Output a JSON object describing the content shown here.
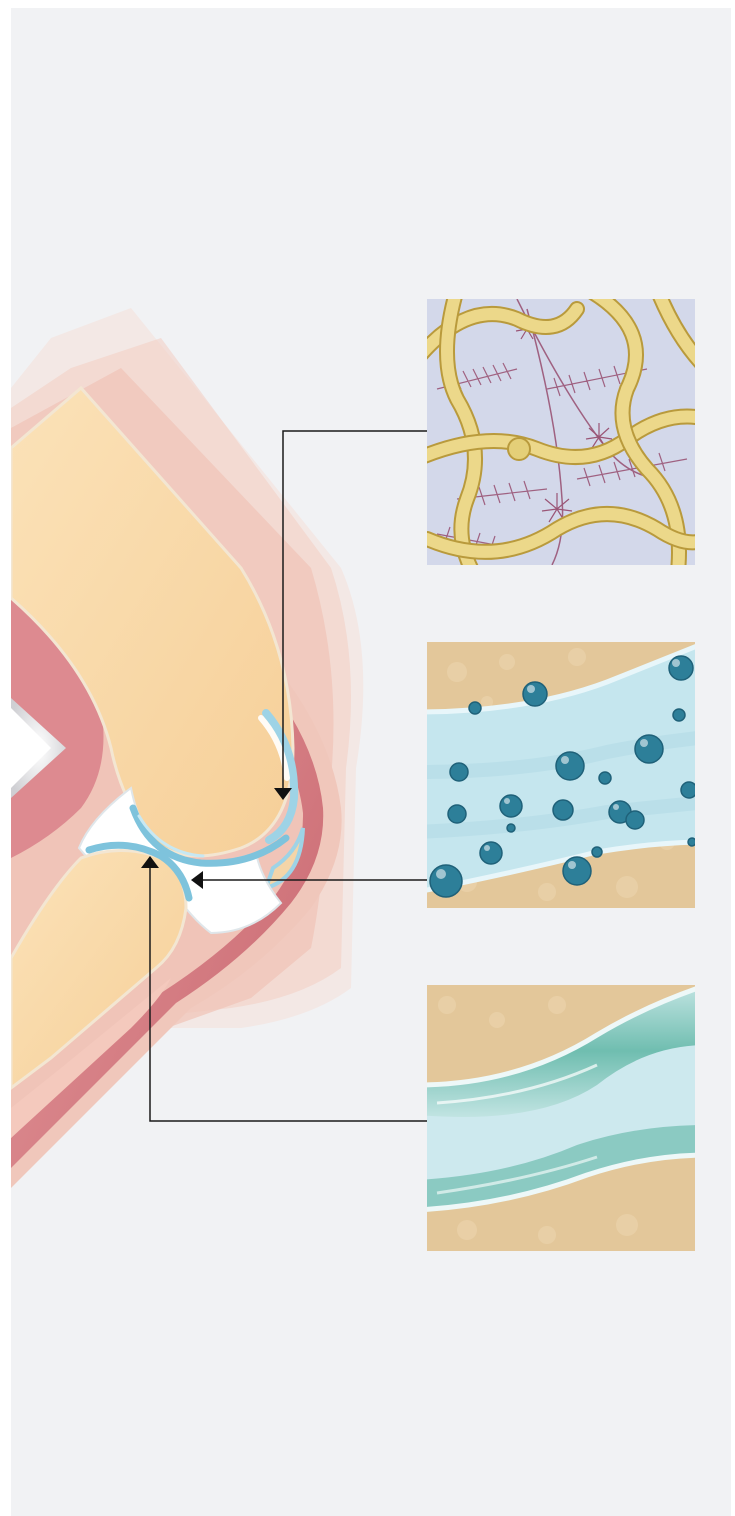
{
  "figure": {
    "subject": "knee-joint-cross-section",
    "insets": [
      {
        "name": "collagen-proteoglycan-network",
        "icon": "fiber-network-illustration"
      },
      {
        "name": "synovial-fluid-molecules",
        "icon": "bubble-molecules-illustration"
      },
      {
        "name": "cartilage-layer-surface",
        "icon": "cartilage-layer-illustration"
      }
    ],
    "colors": {
      "background": "#f1f2f4",
      "bone": "#f9d9a8",
      "muscle": "#d98289",
      "skin": "#f2c9bd",
      "cartilage": "#8ccbe0",
      "synovial": "#ffffff",
      "leader_line": "#1a1a1a",
      "fiber_yellow": "#ecd88a",
      "proteoglycan": "#9a5576",
      "fluid_blue": "#c5e6ee",
      "bubble_blue": "#2d7f99",
      "cartilage_green": "#5fb6a5",
      "tissue_tan": "#e3c79a"
    }
  }
}
